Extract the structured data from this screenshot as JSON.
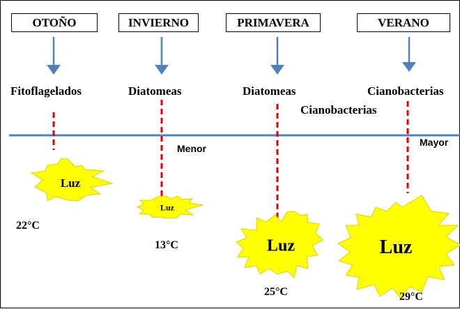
{
  "seasons": [
    {
      "name": "OTOÑO",
      "organism": "Fitoflagelados",
      "temperature": "22°C"
    },
    {
      "name": "INVIERNO",
      "organism": "Diatomeas",
      "temperature": "13°C"
    },
    {
      "name": "PRIMAVERA",
      "organism": "Diatomeas",
      "organism_2": "Cianobacterias",
      "temperature": "25°C"
    },
    {
      "name": "VERANO",
      "organism": "Cianobacterias",
      "temperature": "29°C"
    }
  ],
  "sun_label": "Luz",
  "scale": {
    "low_label": "Menor",
    "high_label": "Mayor"
  },
  "colors": {
    "arrow": "#4f81bd",
    "scale_line": "#4f81bd",
    "dashed_line": "#e00000",
    "sun_fill": "#ffff00",
    "sun_stroke": "#d4d400"
  }
}
